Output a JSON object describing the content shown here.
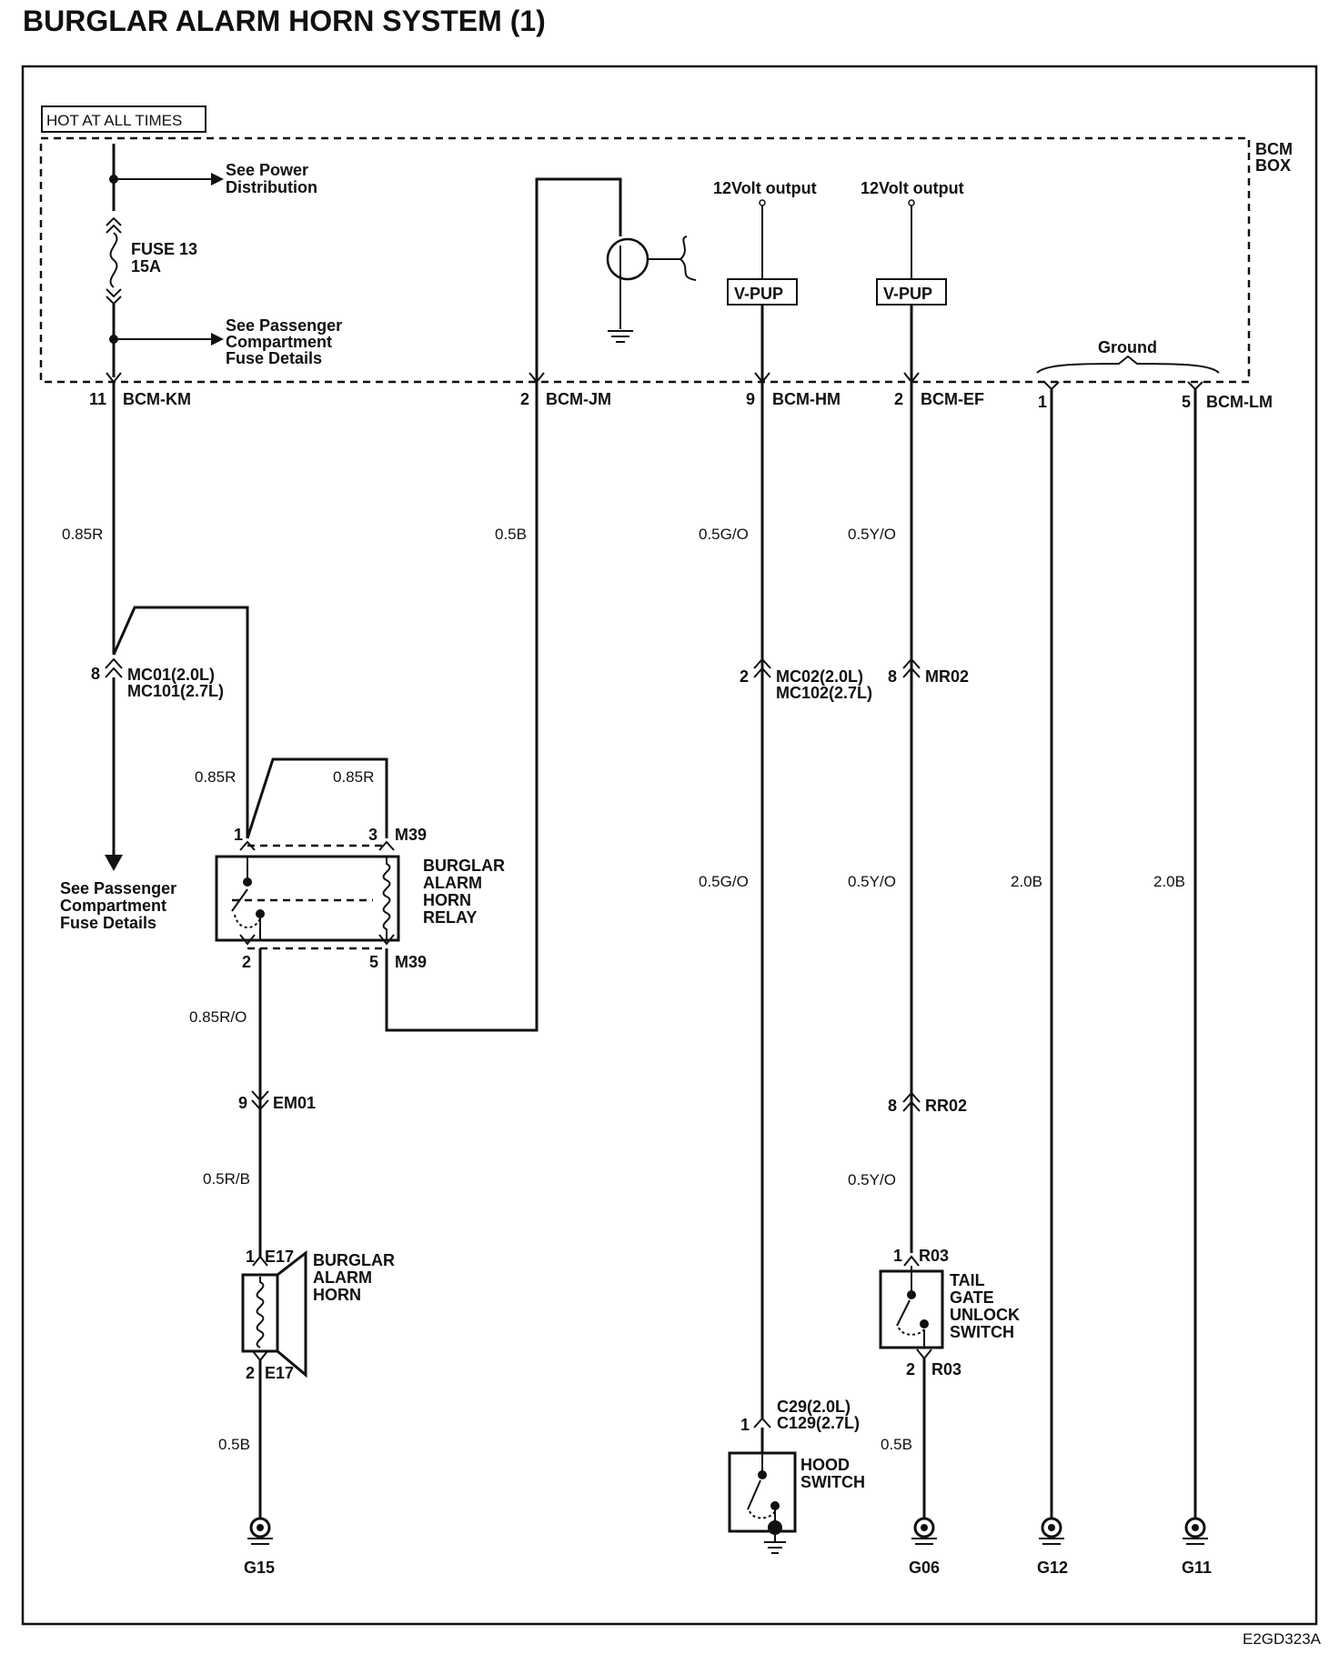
{
  "title": "BURGLAR ALARM HORN SYSTEM (1)",
  "hot_at_all_times": "HOT AT ALL TIMES",
  "bcm_box": [
    "BCM",
    "BOX"
  ],
  "see_power_distribution": [
    "See Power",
    "Distribution"
  ],
  "fuse": [
    "FUSE 13",
    "15A"
  ],
  "see_passenger_fuse": [
    "See Passenger",
    "Compartment",
    "Fuse Details"
  ],
  "twelve_volt_output": "12Volt output",
  "v_pup": "V-PUP",
  "ground_label": "Ground",
  "bcm_pins": [
    {
      "pin": "11",
      "name": "BCM-KM"
    },
    {
      "pin": "2",
      "name": "BCM-JM"
    },
    {
      "pin": "9",
      "name": "BCM-HM"
    },
    {
      "pin": "2",
      "name": "BCM-EF"
    },
    {
      "pin": "1",
      "name": ""
    },
    {
      "pin": "5",
      "name": "BCM-LM"
    }
  ],
  "wires": {
    "w085r": "0.85R",
    "w05b": "0.5B",
    "w05go": "0.5G/O",
    "w05yo": "0.5Y/O",
    "w20b": "2.0B",
    "w085ro": "0.85R/O",
    "w05rb": "0.5R/B"
  },
  "connectors": {
    "mc01": {
      "pin": "8",
      "lines": [
        "MC01(2.0L)",
        "MC101(2.7L)"
      ]
    },
    "mc02": {
      "pin": "2",
      "lines": [
        "MC02(2.0L)",
        "MC102(2.7L)"
      ]
    },
    "mr02": {
      "pin": "8",
      "name": "MR02"
    },
    "em01": {
      "pin": "9",
      "name": "EM01"
    },
    "rr02": {
      "pin": "8",
      "name": "RR02"
    },
    "c29": {
      "pin": "1",
      "lines": [
        "C29(2.0L)",
        "C129(2.7L)"
      ]
    }
  },
  "relay": {
    "name": [
      "BURGLAR",
      "ALARM",
      "HORN",
      "RELAY"
    ],
    "conn": "M39",
    "pins": [
      "1",
      "3",
      "2",
      "5"
    ]
  },
  "horn": {
    "name": [
      "BURGLAR",
      "ALARM",
      "HORN"
    ],
    "conn": "E17",
    "pins": [
      "1",
      "2"
    ]
  },
  "tailgate": {
    "name": [
      "TAIL",
      "GATE",
      "UNLOCK",
      "SWITCH"
    ],
    "conn": "R03",
    "pins": [
      "1",
      "2"
    ]
  },
  "hood": {
    "name": [
      "HOOD",
      "SWITCH"
    ]
  },
  "grounds": [
    "G15",
    "G06",
    "G12",
    "G11"
  ],
  "code": "E2GD323A"
}
